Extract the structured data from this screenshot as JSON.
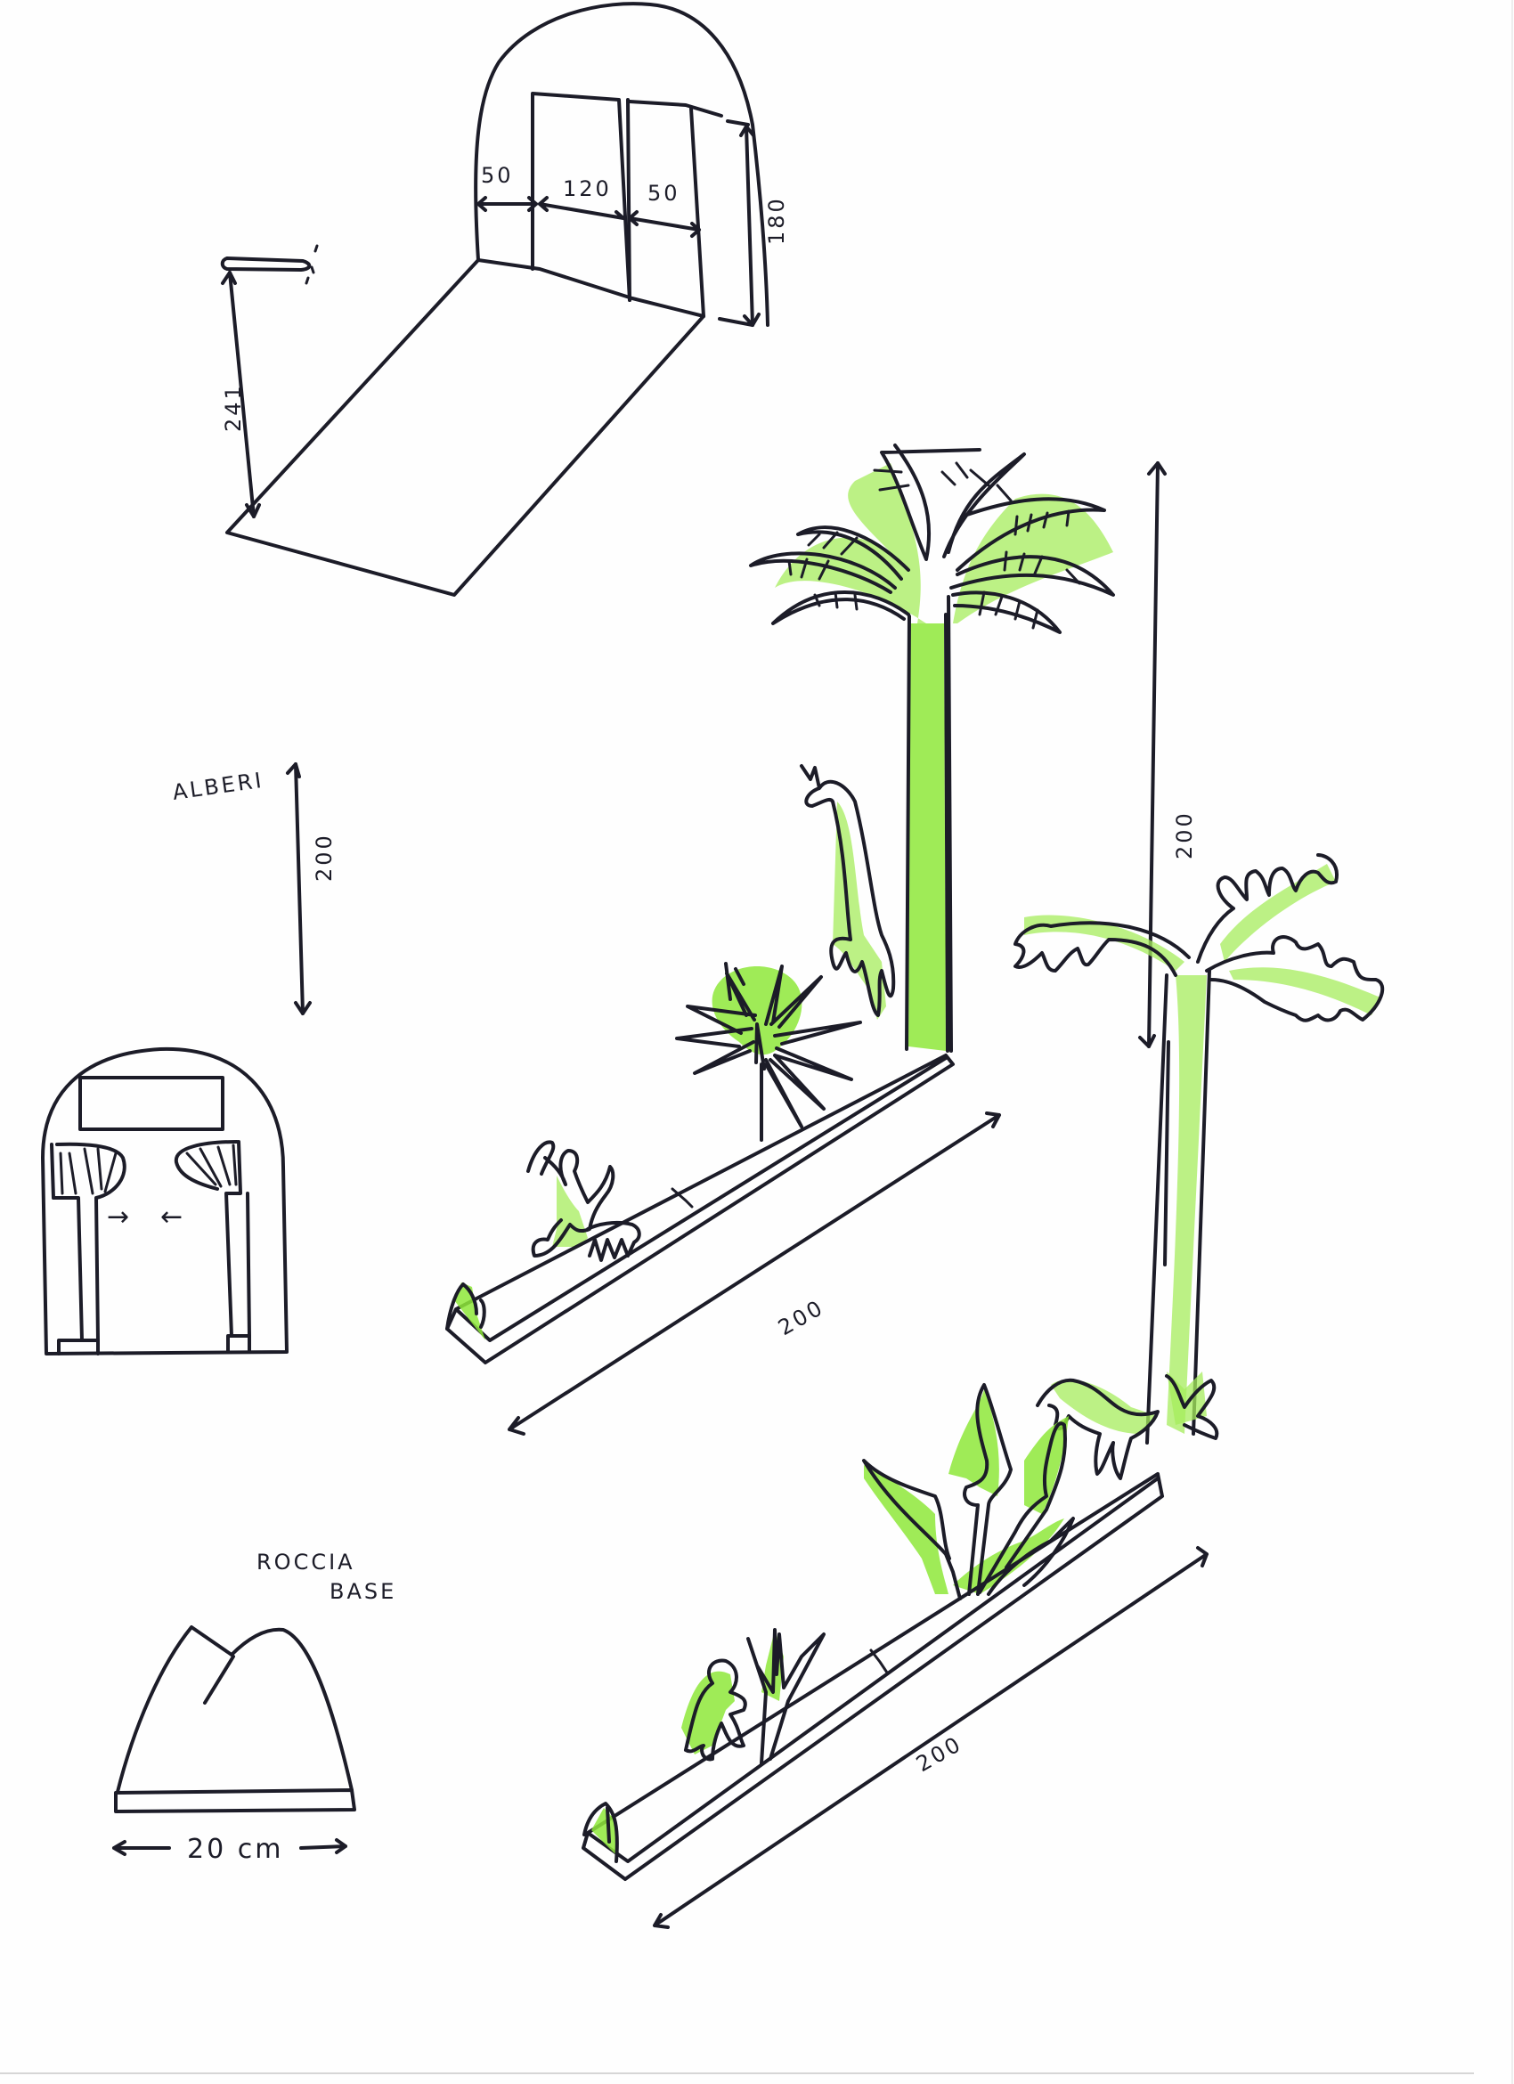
{
  "sheet": {
    "background": "#fefefe",
    "ink_color": "#1c1c28",
    "marker_green": "#8ee83a"
  },
  "entrance_sketch": {
    "title": "",
    "dims": {
      "left_width": "50",
      "center_width": "120",
      "right_width": "50",
      "height": "180",
      "depth": "241"
    }
  },
  "trees_label": {
    "text": "ALBERI",
    "height": "200"
  },
  "arch_front_view": {
    "arrow_right": "→",
    "arrow_left": "←"
  },
  "rock_base": {
    "label_line1": "ROCCIA",
    "label_line2": "BASE",
    "width": "20 cm"
  },
  "planter_1": {
    "length": "200",
    "items": [
      "palm-tree",
      "giraffe",
      "spiky-shrub",
      "figure-with-dog",
      "rock-end"
    ]
  },
  "planter_2": {
    "length": "200",
    "tree_height": "200",
    "items": [
      "banana-tree",
      "dinosaur",
      "arrow-leaf-plant",
      "grass-tuft",
      "crouching-figure",
      "rock-end"
    ]
  }
}
